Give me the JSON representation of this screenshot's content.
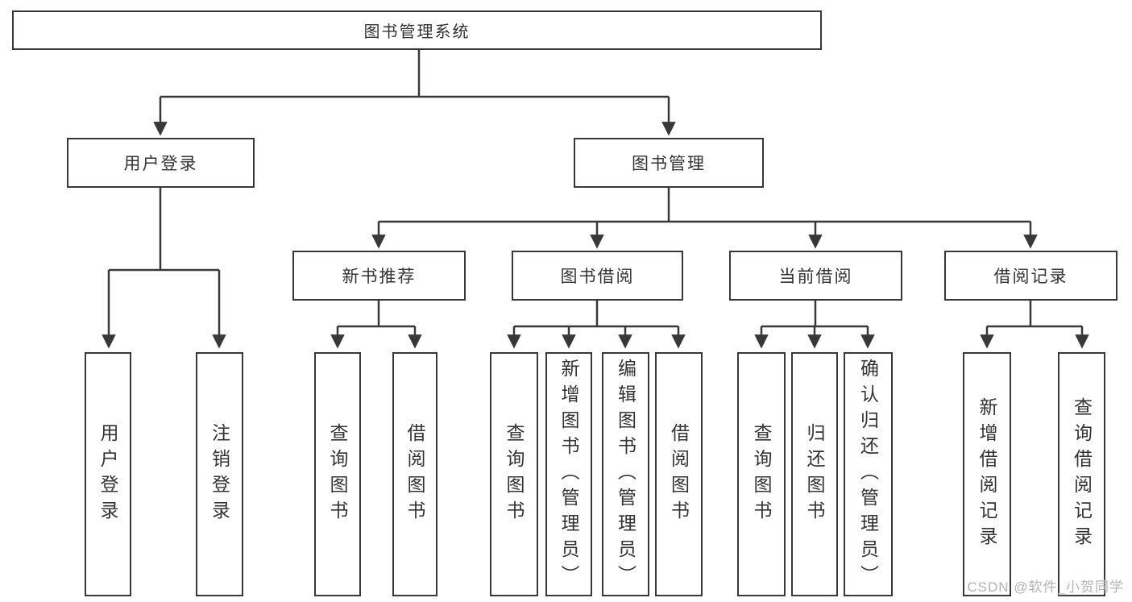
{
  "tree": {
    "label": "图书管理系统",
    "children": [
      {
        "label": "用户登录",
        "children": [
          {
            "label": "用户登录"
          },
          {
            "label": "注销登录"
          }
        ]
      },
      {
        "label": "图书管理",
        "children": [
          {
            "label": "新书推荐",
            "children": [
              {
                "label": "查询图书"
              },
              {
                "label": "借阅图书"
              }
            ]
          },
          {
            "label": "图书借阅",
            "children": [
              {
                "label": "查询图书"
              },
              {
                "label": "新增图书（管理员）"
              },
              {
                "label": "编辑图书（管理员）"
              },
              {
                "label": "借阅图书"
              }
            ]
          },
          {
            "label": "当前借阅",
            "children": [
              {
                "label": "查询图书"
              },
              {
                "label": "归还图书"
              },
              {
                "label": "确认归还（管理员）"
              }
            ]
          },
          {
            "label": "借阅记录",
            "children": [
              {
                "label": "新增借阅记录"
              },
              {
                "label": "查询借阅记录"
              }
            ]
          }
        ]
      }
    ]
  },
  "watermark": "CSDN @软件_小贺同学",
  "colors": {
    "line": "#383838",
    "box_border": "#383838",
    "text": "#333333",
    "background": "#ffffff",
    "watermark": "#b3b3b3"
  }
}
